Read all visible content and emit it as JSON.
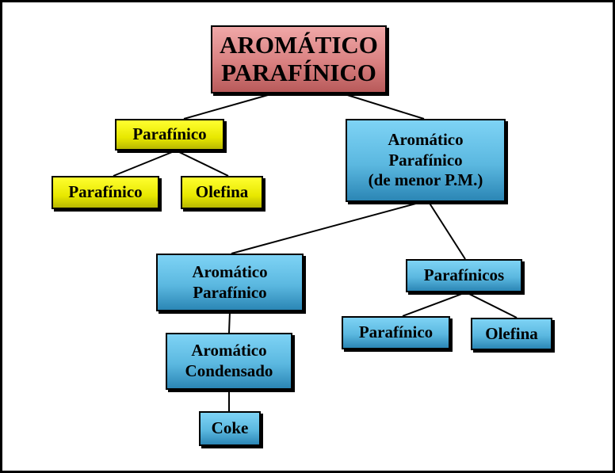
{
  "colors": {
    "root_fill": "#d98080",
    "yellow_fill": "#e8e800",
    "blue_fill": "#5bb8e0",
    "border": "#000000"
  },
  "nodes": {
    "root": {
      "line1": "AROMÁTICO",
      "line2": "PARAFÍNICO"
    },
    "parafinico_l1": {
      "label": "Parafínico"
    },
    "parafinico_l2": {
      "label": "Parafínico"
    },
    "olefina_l2": {
      "label": "Olefina"
    },
    "arom_paraf_menor": {
      "line1": "Aromático",
      "line2": "Parafínico",
      "line3": "(de menor P.M.)"
    },
    "arom_paraf": {
      "line1": "Aromático",
      "line2": "Parafínico"
    },
    "parafinicos": {
      "label": "Parafínicos"
    },
    "arom_condensado": {
      "line1": "Aromático",
      "line2": "Condensado"
    },
    "parafinico_r": {
      "label": "Parafínico"
    },
    "olefina_r": {
      "label": "Olefina"
    },
    "coke": {
      "label": "Coke"
    }
  }
}
